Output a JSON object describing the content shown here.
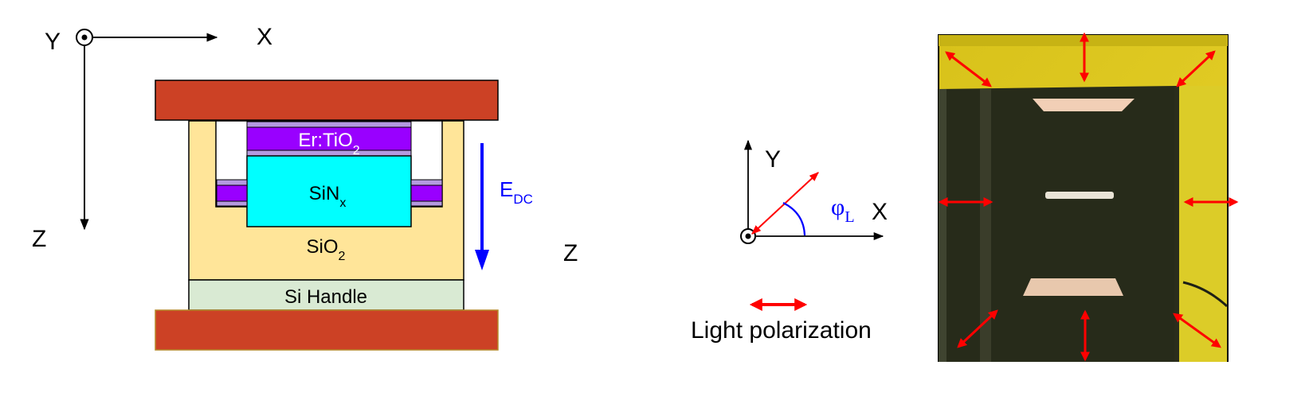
{
  "axes_left": {
    "y": "Y",
    "x": "X",
    "z": "Z"
  },
  "layers": {
    "ertio2": "Er:TiO",
    "ertio2_sub": "2",
    "sinx": "SiN",
    "sinx_sub": "x",
    "sio2": "SiO",
    "sio2_sub": "2",
    "si_handle": "Si Handle"
  },
  "field": {
    "label": "E",
    "sub": "DC"
  },
  "z_right": "Z",
  "axes_mid": {
    "y": "Y",
    "x": "X",
    "angle": "φ",
    "angle_sub": "L"
  },
  "legend": {
    "label": "Light polarization"
  },
  "colors": {
    "electrode": "#cc4125",
    "sio2": "#ffe599",
    "handle": "#d9ead3",
    "sinx": "#00ffff",
    "ertio2": "#9900ff",
    "ertio2_light": "#b49ae0",
    "field_arrow": "#0000ff",
    "polarization_arrow": "#ff0000",
    "photo_yellow": "#e3cb16",
    "photo_dark": "#272b1a"
  }
}
